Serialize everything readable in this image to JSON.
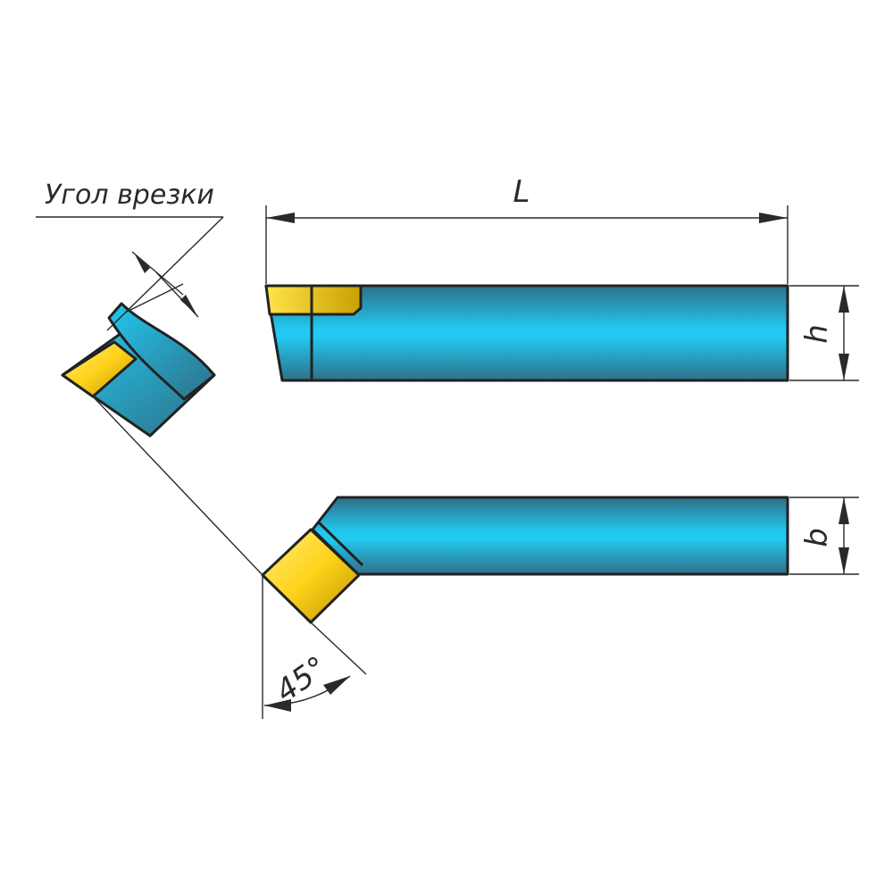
{
  "labels": {
    "cutting_angle": "Угол врезки",
    "length": "L",
    "height": "h",
    "width": "b",
    "angle": "45°"
  },
  "colors": {
    "body_light": "#22c8f0",
    "body_dark": "#2f6f86",
    "insert_light": "#ffe44a",
    "insert_dark": "#b89400",
    "outline": "#222222",
    "dimension": "#2a2a2a"
  }
}
